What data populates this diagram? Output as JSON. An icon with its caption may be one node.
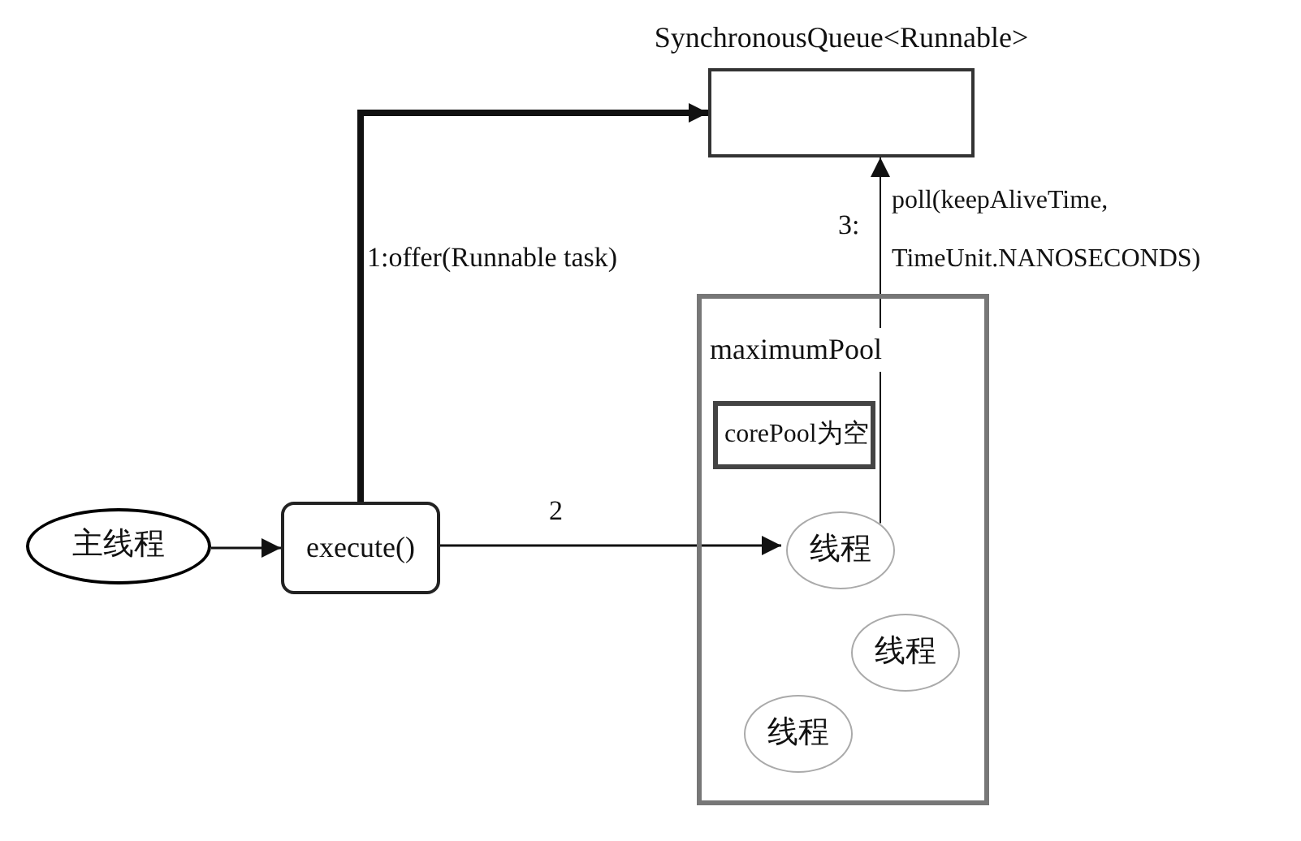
{
  "diagram": {
    "nodes": [
      {
        "text": [
          "主线程"
        ]
      },
      {
        "text": [
          "execute()"
        ]
      },
      {
        "text": [
          "SynchronousQueue<Runnable>"
        ]
      },
      {
        "text": [
          "maximumPool"
        ]
      },
      {
        "text": [
          "corePool为空"
        ],
        "in": 3
      },
      {
        "text": [
          "线程"
        ],
        "in": 3
      },
      {
        "text": [
          "线程"
        ],
        "in": 3
      },
      {
        "text": [
          "线程"
        ],
        "in": 3
      }
    ],
    "edges": [
      {
        "from": 0,
        "to": 1,
        "arrow": "to"
      },
      {
        "from": 1,
        "to": 2,
        "arrow": "to",
        "label": "1:offer(Runnable task)",
        "style": "thick"
      },
      {
        "from": 1,
        "to": 5,
        "arrow": "to",
        "label": "2"
      },
      {
        "from": 5,
        "to": 2,
        "arrow": "to",
        "label": "3:"
      }
    ],
    "labels": [
      "poll(keepAliveTime, TimeUnit.NANOSECONDS)"
    ]
  }
}
